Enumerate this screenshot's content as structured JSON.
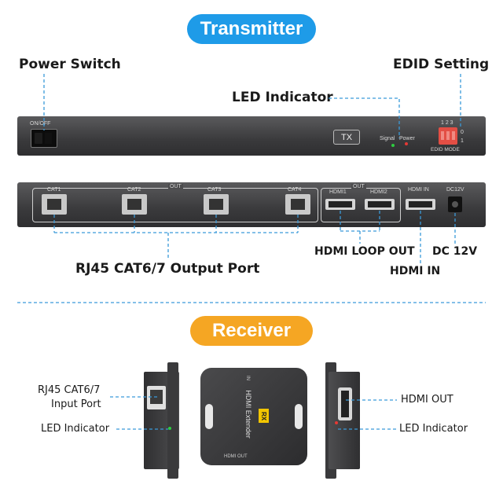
{
  "sections": {
    "transmitter_title": "Transmitter",
    "receiver_title": "Receiver"
  },
  "transmitter": {
    "callouts": {
      "power_switch": "Power Switch",
      "edid_setting": "EDID Setting",
      "led_indicator": "LED Indicator",
      "rj45_output": "RJ45 CAT6/7 Output Port",
      "hdmi_loop_out": "HDMI LOOP OUT",
      "dc_12v": "DC 12V",
      "hdmi_in": "HDMI IN"
    },
    "front_panel": {
      "on_off": "ON/OFF",
      "tx_badge": "TX",
      "signal": "Signal",
      "power": "Power",
      "dip_numbers": "1 2 3",
      "dip_zero": "0",
      "dip_one": "1",
      "edid_mode": "EDID MODE"
    },
    "rear_panel": {
      "out_label_cat": "OUT",
      "cat_ports": [
        "CAT1",
        "CAT2",
        "CAT3",
        "CAT4"
      ],
      "out_label_hdmi": "OUT",
      "hdmi1": "HDMI1",
      "hdmi2": "HDMI2",
      "hdmi_in": "HDMI IN",
      "dc12v": "DC12V"
    }
  },
  "receiver": {
    "callouts": {
      "rj45_input_line1": "RJ45 CAT6/7",
      "rj45_input_line2": "Input Port",
      "led_left": "LED Indicator",
      "hdmi_out": "HDMI OUT",
      "led_right": "LED Indicator"
    },
    "device": {
      "product_name": "HDMI Extender",
      "badge": "RX",
      "in_label": "IN",
      "hdmi_out_label": "HDMI OUT"
    }
  },
  "colors": {
    "pill_blue": "#1e9be8",
    "pill_orange": "#f5a623",
    "dash_blue": "#3a9ad9",
    "device_dark": "#3a3a3c",
    "led_green": "#2ecc40",
    "led_red": "#e53935"
  }
}
